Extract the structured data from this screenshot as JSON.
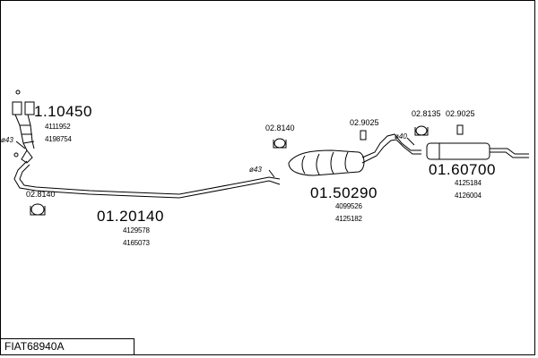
{
  "diagram_code": "FIAT68940A",
  "parts": [
    {
      "number": "1.10450",
      "refs": [
        "4111952",
        "4198754"
      ]
    },
    {
      "number": "01.20140",
      "refs": [
        "4129578",
        "4165073"
      ]
    },
    {
      "number": "01.50290",
      "refs": [
        "4099526",
        "4125182"
      ]
    },
    {
      "number": "01.60700",
      "refs": [
        "4125184",
        "4126004"
      ]
    }
  ],
  "fitting_refs": {
    "clamp_left": "02.8140",
    "clamp_mid": "02.8140",
    "hanger_a": "02.9025",
    "clamp_right": "02.8135",
    "hanger_b": "02.9025"
  },
  "diameters": {
    "front": "ø43",
    "mid": "ø43",
    "rear": "ø40"
  }
}
